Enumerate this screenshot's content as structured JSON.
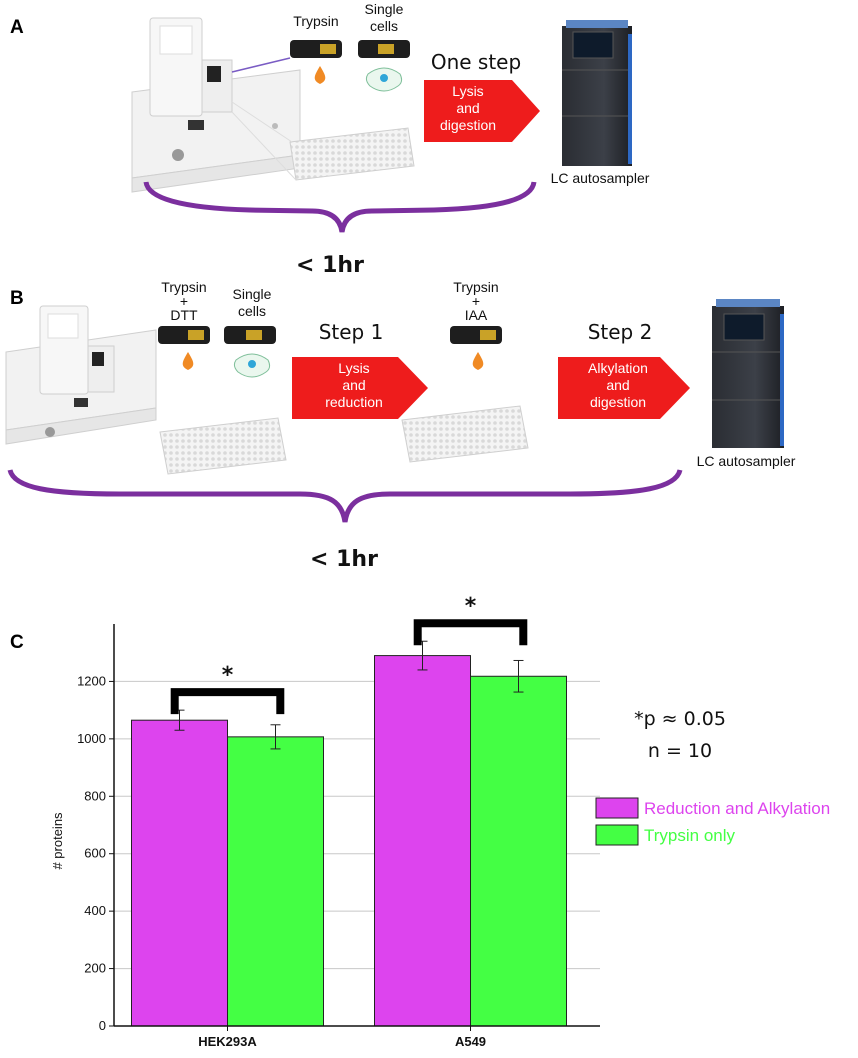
{
  "panels": {
    "A": {
      "letter": "A",
      "reagent_trypsin": "Trypsin",
      "reagent_cells_l1": "Single",
      "reagent_cells_l2": "cells",
      "step_title": "One step",
      "arrow_l1": "Lysis",
      "arrow_l2": "and",
      "arrow_l3": "digestion",
      "instrument": "LC autosampler",
      "time": "< 1hr"
    },
    "B": {
      "letter": "B",
      "reagent1_l1": "Trypsin",
      "reagent1_l2": "+",
      "reagent1_l3": "DTT",
      "reagent_cells_l1": "Single",
      "reagent_cells_l2": "cells",
      "step1_title": "Step 1",
      "arrow1_l1": "Lysis",
      "arrow1_l2": "and",
      "arrow1_l3": "reduction",
      "reagent2_l1": "Trypsin",
      "reagent2_l2": "+",
      "reagent2_l3": "IAA",
      "step2_title": "Step 2",
      "arrow2_l1": "Alkylation",
      "arrow2_l2": "and",
      "arrow2_l3": "digestion",
      "instrument": "LC autosampler",
      "time": "< 1hr"
    },
    "C": {
      "letter": "C",
      "note_p": "*p ≈ 0.05",
      "note_n": "n = 10",
      "significance_mark": "*"
    }
  },
  "colors": {
    "brace": "#7b2f9e",
    "arrow": "#ee1c1c",
    "drop": "#f08a24",
    "series_reduction": "#dd44ee",
    "series_trypsin": "#44ff44",
    "grid": "#c8c8c8"
  },
  "chart_data": {
    "type": "bar",
    "categories": [
      "HEK293A",
      "A549"
    ],
    "series": [
      {
        "name": "Reduction and Alkylation",
        "values": [
          1065,
          1290
        ],
        "errors": [
          35,
          50
        ]
      },
      {
        "name": "Trypsin only",
        "values": [
          1007,
          1218
        ],
        "errors": [
          42,
          55
        ]
      }
    ],
    "xlabel": "",
    "ylabel": "# proteins",
    "ylim": [
      0,
      1400
    ],
    "yticks": [
      0,
      200,
      400,
      600,
      800,
      1000,
      1200
    ],
    "grid": true,
    "legend": "right"
  }
}
